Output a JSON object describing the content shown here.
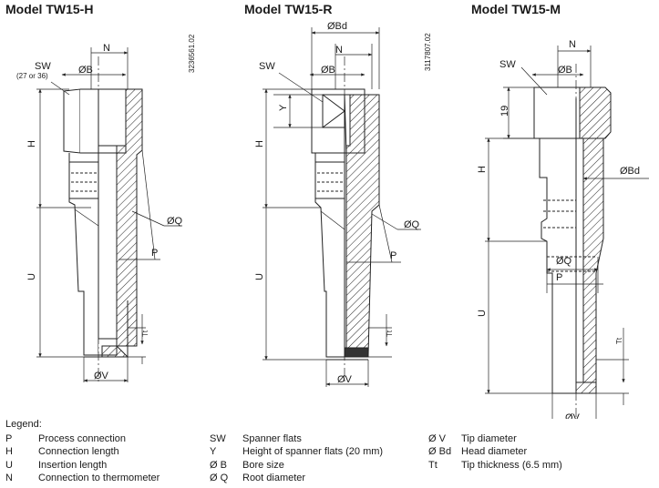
{
  "titles": {
    "h": "Model TW15-H",
    "r": "Model TW15-R",
    "m": "Model TW15-M"
  },
  "drawing_codes": {
    "h": "3236561.02",
    "r": "3117807.02"
  },
  "labels": {
    "sw": "SW",
    "sw_note": "(27 or 36)",
    "b": "ØB",
    "n": "N",
    "h": "H",
    "u": "U",
    "q": "ØQ",
    "p": "P",
    "t": "Tt",
    "v": "ØV",
    "bd": "ØBd",
    "y": "Y",
    "nineteen": "19"
  },
  "legend": {
    "title": "Legend:",
    "col1": [
      {
        "sym": "P",
        "desc": "Process connection"
      },
      {
        "sym": "H",
        "desc": "Connection length"
      },
      {
        "sym": "U",
        "desc": "Insertion length"
      },
      {
        "sym": "N",
        "desc": "Connection to thermometer"
      }
    ],
    "col2": [
      {
        "sym": "SW",
        "desc": "Spanner flats"
      },
      {
        "sym": "Y",
        "desc": "Height of spanner flats (20 mm)"
      },
      {
        "sym": "Ø B",
        "desc": "Bore size"
      },
      {
        "sym": "Ø Q",
        "desc": "Root diameter"
      }
    ],
    "col3": [
      {
        "sym": "Ø V",
        "desc": "Tip diameter"
      },
      {
        "sym": "Ø Bd",
        "desc": "Head diameter"
      },
      {
        "sym": "Tt",
        "desc": "Tip thickness (6.5 mm)"
      }
    ]
  }
}
